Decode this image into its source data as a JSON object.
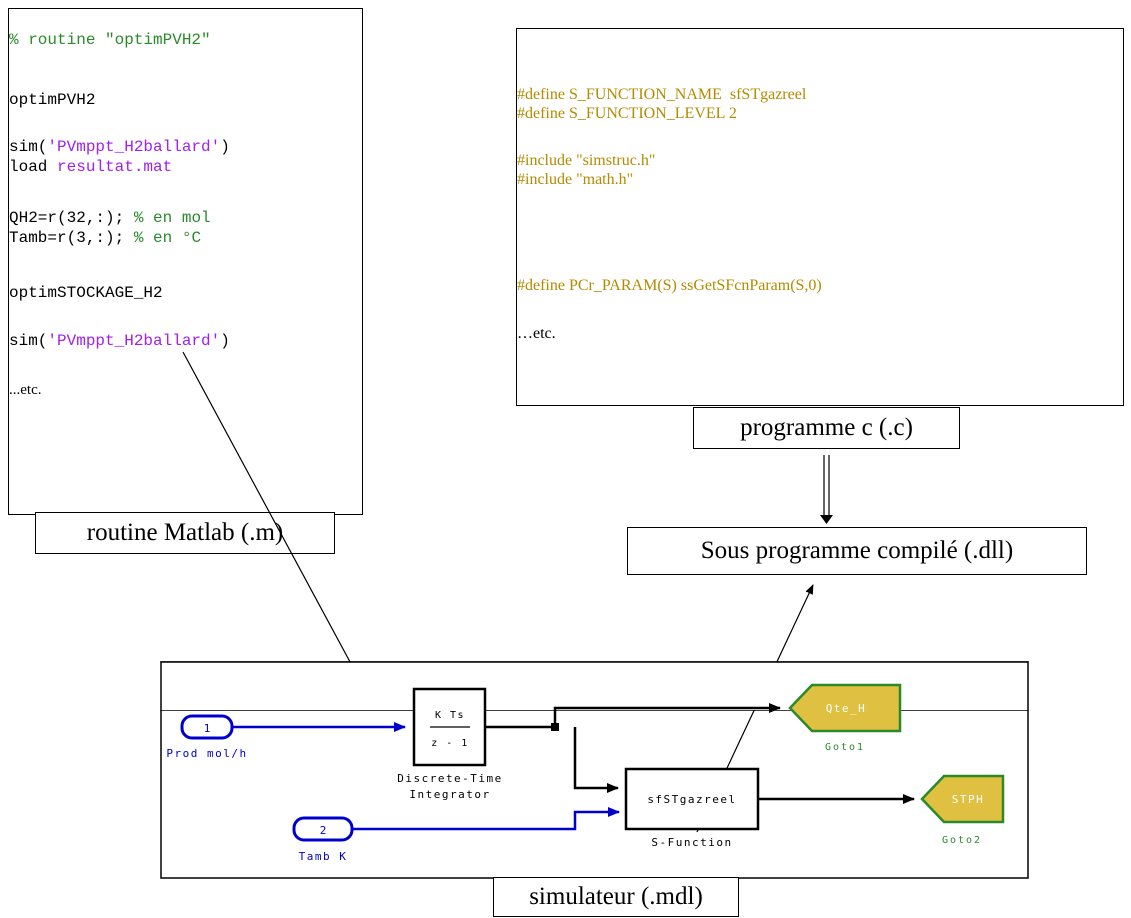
{
  "matlab": {
    "lines": [
      {
        "text": "% routine \"optimPVH2\"",
        "kind": "comment"
      },
      {
        "text": "optimPVH2",
        "kind": "plain"
      },
      {
        "pre": "sim(",
        "str": "'PVmppt_H2ballard'",
        "post": ")",
        "kind": "mixed"
      },
      {
        "pre": "load ",
        "str": "resultat.mat",
        "post": "",
        "kind": "mixed"
      },
      {
        "pre": "QH2=r(32,:); ",
        "cmt": "% en mol",
        "kind": "precomment"
      },
      {
        "pre": "Tamb=r(3,:); ",
        "cmt": "% en °C",
        "kind": "precomment"
      },
      {
        "text": "optimSTOCKAGE_H2",
        "kind": "plain"
      },
      {
        "pre": "sim(",
        "str": "'PVmppt_H2ballard'",
        "post": ")",
        "kind": "mixed"
      },
      {
        "text": "...etc.",
        "kind": "serif"
      }
    ],
    "caption": "routine Matlab (.m)"
  },
  "cprog": {
    "lines": [
      "#define S_FUNCTION_NAME  sfSTgazreel",
      "#define S_FUNCTION_LEVEL 2",
      "#include \"simstruc.h\"",
      "#include \"math.h\"",
      "#define PCr_PARAM(S) ssGetSFcnParam(S,0)",
      "…etc."
    ],
    "caption": "programme c (.c)"
  },
  "dll": {
    "caption": "Sous programme compilé (.dll)"
  },
  "simulink": {
    "caption": "simulateur (.mdl)",
    "in1": {
      "num": "1",
      "label": "Prod mol/h"
    },
    "in2": {
      "num": "2",
      "label": "Tamb K"
    },
    "integrator": {
      "top": "K Ts",
      "bottom": "z - 1",
      "label1": "Discrete-Time",
      "label2": "Integrator"
    },
    "sfunction": {
      "name": "sfSTgazreel",
      "label": "S-Function"
    },
    "goto1": {
      "tag": "Qte_H",
      "label": "Goto1"
    },
    "goto2": {
      "tag": "STPH",
      "label": "Goto2"
    },
    "colors": {
      "signal_blue": "#0000cc",
      "goto_fill": "#e0c040",
      "goto_label": "#2a8a2a"
    }
  }
}
